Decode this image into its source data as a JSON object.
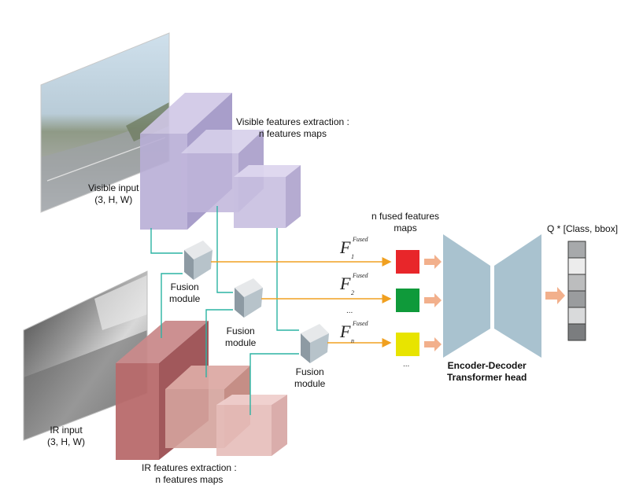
{
  "inputs": {
    "visible_label": "Visible input",
    "visible_shape": "(3, H, W)",
    "ir_label": "IR input",
    "ir_shape": "(3, H, W)"
  },
  "feature_extraction": {
    "visible_title": "Visible features extraction :",
    "visible_subtitle": "n features maps",
    "ir_title": "IR features extraction :",
    "ir_subtitle": "n features maps"
  },
  "fusion": {
    "modules": [
      {
        "line1": "Fusion",
        "line2": "module"
      },
      {
        "line1": "Fusion",
        "line2": "module"
      },
      {
        "line1": "Fusion",
        "line2": "module"
      }
    ]
  },
  "fused_maps": {
    "title_line1": "n fused features",
    "title_line2": "maps",
    "symbol": "F",
    "superscript": "Fused",
    "items": [
      {
        "subscript": "1",
        "color": "#e8262a"
      },
      {
        "subscript": "2",
        "color": "#0f9a3a"
      },
      {
        "subscript": "n",
        "color": "#e8e400"
      }
    ],
    "ellipsis_between": "...",
    "ellipsis_after": "..."
  },
  "head": {
    "line1": "Encoder-Decoder",
    "line2": "Transformer head"
  },
  "output": {
    "label": "Q * [Class, bbox]",
    "cell_colors": [
      "#a7a9ab",
      "#ececec",
      "#bcbdbe",
      "#9a9c9e",
      "#d9dadb",
      "#7b7d7f"
    ]
  },
  "colors": {
    "connector": "#2bb3a3",
    "arrow": "#f0a020",
    "salmon_arrow": "#f2b08c",
    "visible_cube": "#b8aed6",
    "ir_cube": "#b86a6c",
    "head": "#a9c2cf"
  }
}
